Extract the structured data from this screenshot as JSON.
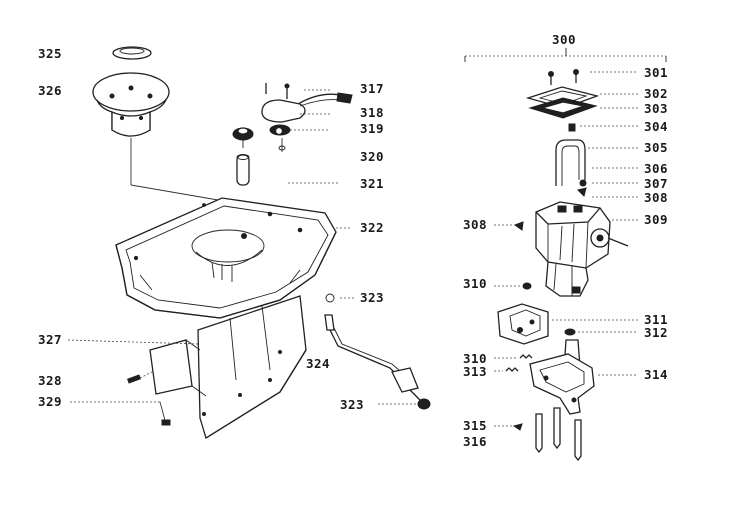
{
  "parts": {
    "p325": "325",
    "p326": "326",
    "p327": "327",
    "p328": "328",
    "p329": "329",
    "p317": "317",
    "p318": "318",
    "p319": "319",
    "p320": "320",
    "p321": "321",
    "p322": "322",
    "p323a": "323",
    "p324": "324",
    "p323b": "323",
    "p300": "300",
    "p301": "301",
    "p302": "302",
    "p303": "303",
    "p304": "304",
    "p305": "305",
    "p306": "306",
    "p307": "307",
    "p308a": "308",
    "p308b": "308",
    "p309": "309",
    "p310a": "310",
    "p310b": "310",
    "p311": "311",
    "p312": "312",
    "p313": "313",
    "p314": "314",
    "p315": "315",
    "p316": "316"
  }
}
